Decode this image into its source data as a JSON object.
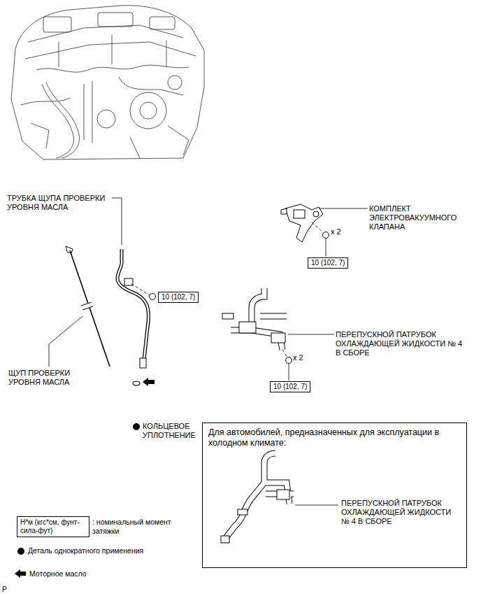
{
  "diagram": {
    "nodes": [
      {
        "text": [
          "10 (102, 7)"
        ]
      },
      {
        "text": [
          "10 (102, 7)"
        ]
      },
      {
        "text": [
          "10 (102, 7)"
        ]
      },
      {
        "text": [
          "Для автомобилей, предназначенных для эксплуатации в холодном климате:",
          "ПЕРЕПУСКНОЙ ПАТРУБОК ОХЛАЖДАЮЩЕЙ ЖИДКОСТИ № 4 В СБОРЕ"
        ]
      },
      {
        "text": [
          "Н*м (кгс*см, фунт-сила-фут)"
        ]
      }
    ],
    "labels": [
      "ТРУБКА ЩУПА ПРОВЕРКИ УРОВНЯ МАСЛА",
      "КОМПЛЕКТ ЭЛЕКТРОВАКУУМНОГО КЛАПАНА",
      "x 2",
      "ПЕРЕПУСКНОЙ ПАТРУБОК ОХЛАЖДАЮЩЕЙ ЖИДКОСТИ № 4 В СБОРЕ",
      "x 2",
      "ЩУП ПРОВЕРКИ УРОВНЯ МАСЛА",
      "КОЛЬЦЕВОЕ УПЛОТНЕНИЕ",
      "P"
    ],
    "legend": [
      {
        "text": ": номинальный момент затяжки"
      },
      {
        "text": "Деталь однократного применения"
      },
      {
        "text": "Моторное масло"
      }
    ]
  }
}
